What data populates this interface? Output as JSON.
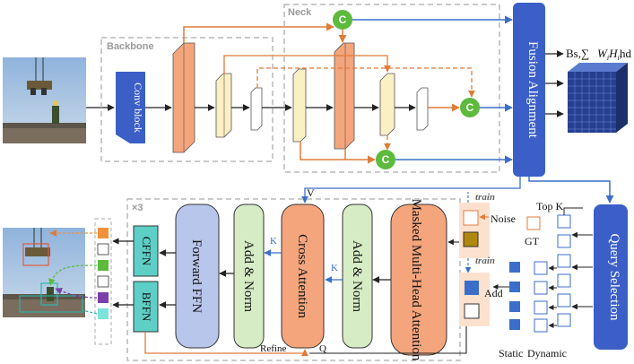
{
  "sections": {
    "backbone": "Backbone",
    "neck": "Neck",
    "repeat": "×3"
  },
  "blocks": {
    "conv_block": "Conv block",
    "fusion_alignment": "Fusion Alignment",
    "query_selection": "Query Selection",
    "masked_attention": "Masked Multi-Head Attention",
    "add_norm_1": "Add & Norm",
    "cross_attention": "Cross Attention",
    "add_norm_2": "Add & Norm",
    "forward_ffn": "Forward FFN",
    "cffn": "CFFN",
    "bffn": "BFFN"
  },
  "concat_symbol": "C",
  "labels": {
    "output_shape": "Bs,∑",
    "output_shape_sub": "hd",
    "top_k": "Top K",
    "train_1": "train",
    "train_2": "train",
    "noise": "Noise",
    "gt": "GT",
    "add": "Add",
    "static": "Static",
    "dynamic": "Dynamic",
    "v": "V",
    "k1": "K",
    "k2": "K",
    "q": "Q",
    "refine": "Refine"
  },
  "colors": {
    "orange": "#f4a57c",
    "orange_line": "#e07b39",
    "blue_block": "#3b5fc7",
    "blue_line": "#3b6ec9",
    "green_circle": "#5cba3c",
    "green_block": "#d5ecc4",
    "lavender_block": "#b8c6ec",
    "teal_block": "#5ecfc7",
    "light_yellow": "#fbefc4",
    "gray_dash": "#b9b9b9"
  }
}
